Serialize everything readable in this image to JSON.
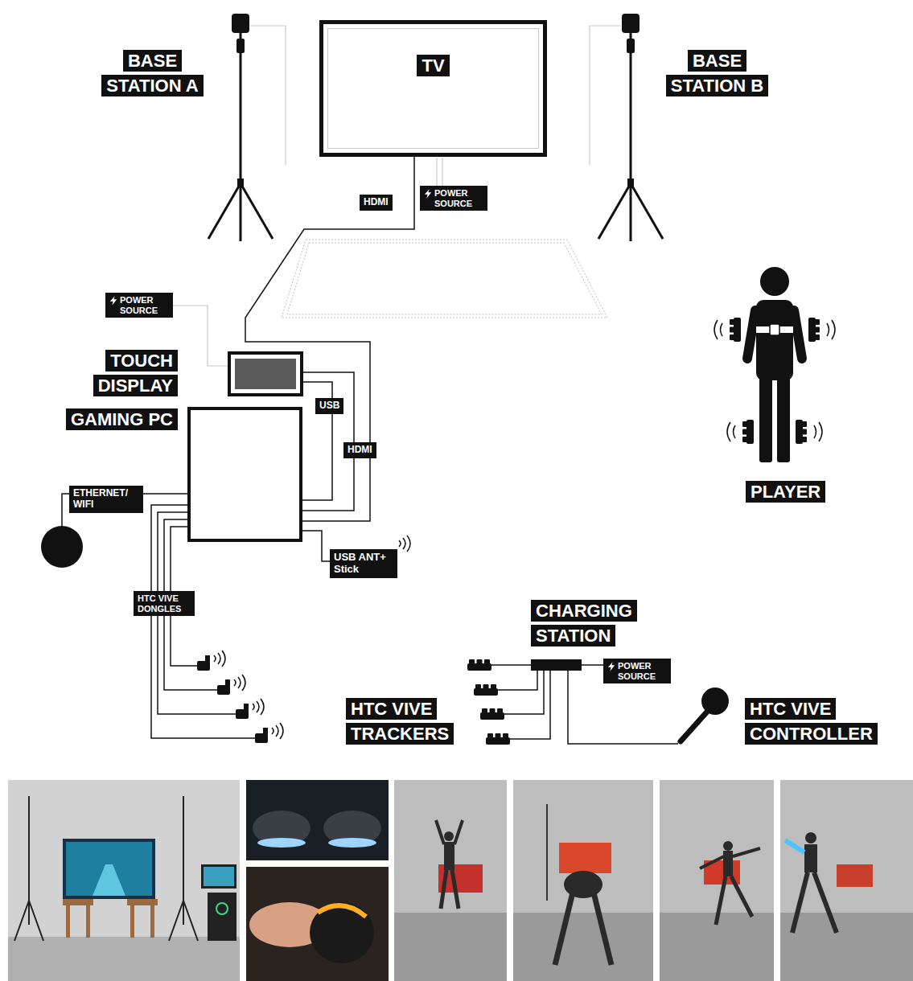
{
  "diagram": {
    "nodes": [
      {
        "text": [
          "TV"
        ]
      },
      {
        "text": [
          "TOUCH DISPLAY"
        ]
      },
      {
        "text": [
          "GAMING PC"
        ]
      },
      {
        "text": [
          "CHARGING STATION"
        ]
      }
    ],
    "edges": [
      {
        "from": 0,
        "to": 2,
        "label": "HDMI",
        "arrow": "none"
      },
      {
        "from": 1,
        "to": 2,
        "label": "USB",
        "arrow": "none"
      },
      {
        "from": 1,
        "to": 2,
        "label": "HDMI",
        "arrow": "none"
      }
    ],
    "labels": [
      "BASE STATION A",
      "BASE STATION B",
      "POWER SOURCE",
      "POWER SOURCE",
      "ETHERNET/ WIFI",
      "USB ANT+ Stick",
      "HTC VIVE DONGLES",
      "POWER SOURCE",
      "HTC VIVE TRACKERS",
      "HTC VIVE CONTROLLER",
      "PLAYER"
    ]
  }
}
